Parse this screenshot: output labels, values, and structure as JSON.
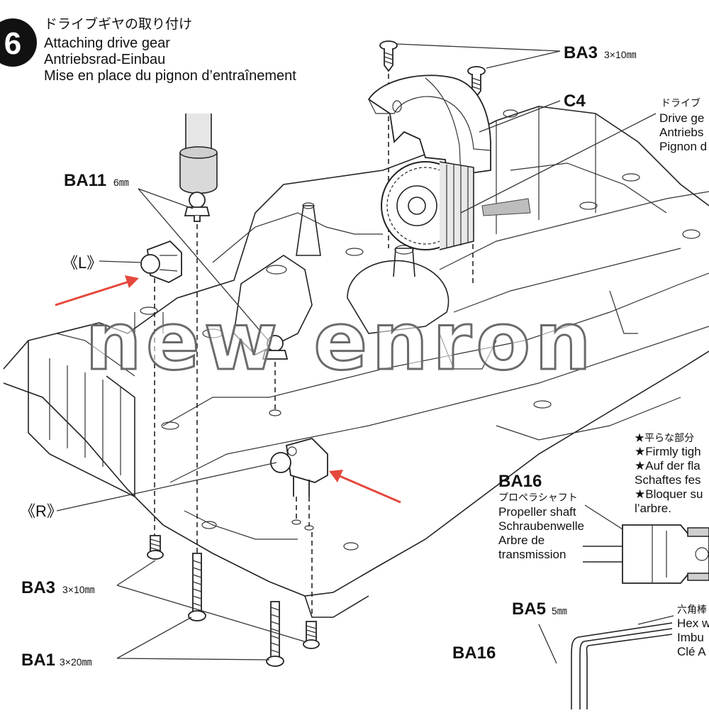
{
  "step": {
    "number": "6",
    "title_jp": "ドライブギヤの取り付け",
    "title_en": "Attaching drive gear",
    "title_de": "Antriebsrad-Einbau",
    "title_fr": "Mise en place du pignon d’entraînement"
  },
  "parts": {
    "ba3_top": {
      "code": "BA3",
      "size": "3×10㎜"
    },
    "c4": {
      "code": "C4"
    },
    "ba11": {
      "code": "BA11",
      "size": "6㎜"
    },
    "ba3_bottom": {
      "code": "BA3",
      "size": "3×10㎜"
    },
    "ba1": {
      "code": "BA1",
      "size": "3×20㎜"
    },
    "ba16_main": {
      "code": "BA16"
    },
    "ba16_lower": {
      "code": "BA16"
    },
    "ba5": {
      "code": "BA5",
      "size": "5㎜"
    }
  },
  "labels": {
    "left": "《L》",
    "right": "《R》"
  },
  "drive_gear_note": [
    "ドライブ",
    "Drive ge",
    "Antriebs",
    "Pignon d"
  ],
  "tighten_note": [
    "★平らな部分",
    "★Firmly tigh",
    "★Auf der fla",
    "Schaftes fes",
    "★Bloquer su",
    "l’arbre."
  ],
  "propeller_shaft": [
    "プロペラシャフト",
    "Propeller shaft",
    "Schraubenwelle",
    "Arbre de",
    "transmission"
  ],
  "hex_wrench": [
    "六角棒",
    "Hex w",
    "Imbu",
    "Clé A"
  ],
  "watermark": "new enron",
  "colors": {
    "arrow": "#e5483c",
    "ink": "#222222"
  }
}
